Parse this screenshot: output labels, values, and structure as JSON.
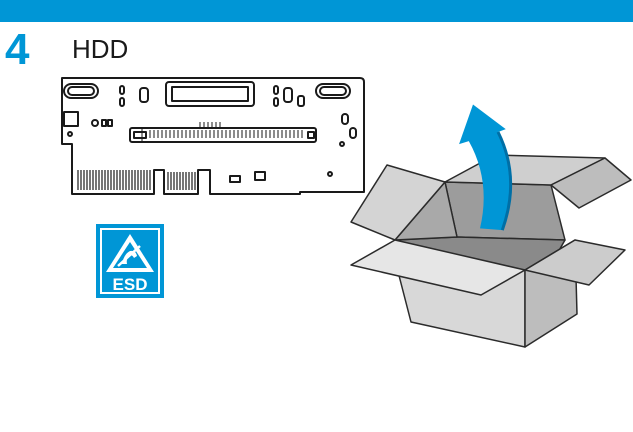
{
  "header": {
    "accent_color": "#0096d6"
  },
  "step": {
    "number": "4",
    "title": "HDD"
  },
  "esd_badge": {
    "label": "ESD",
    "color": "#0096d6"
  },
  "icons": [
    "hdd-backplane-board-icon",
    "esd-warning-icon",
    "open-box-icon",
    "lift-arrow-icon"
  ]
}
